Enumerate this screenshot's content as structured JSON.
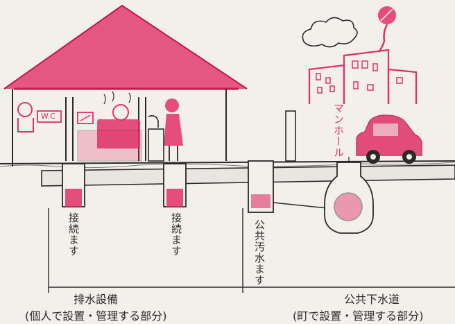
{
  "labels": {
    "manhole": "マンホール",
    "connection_box_1": "接続ます",
    "connection_box_2": "接続ます",
    "public_box": "公共汚水ます",
    "drainage_title": "排水設備",
    "drainage_sub": "(個人で設置・管理する部分)",
    "sewer_title": "公共下水道",
    "sewer_sub": "(町で設置・管理する部分)",
    "wc_sign": "W.C"
  },
  "colors": {
    "pink": "#e0306a",
    "ink": "#2a2a2a",
    "paper": "#f3efea",
    "concrete": "#e9e6e2"
  }
}
